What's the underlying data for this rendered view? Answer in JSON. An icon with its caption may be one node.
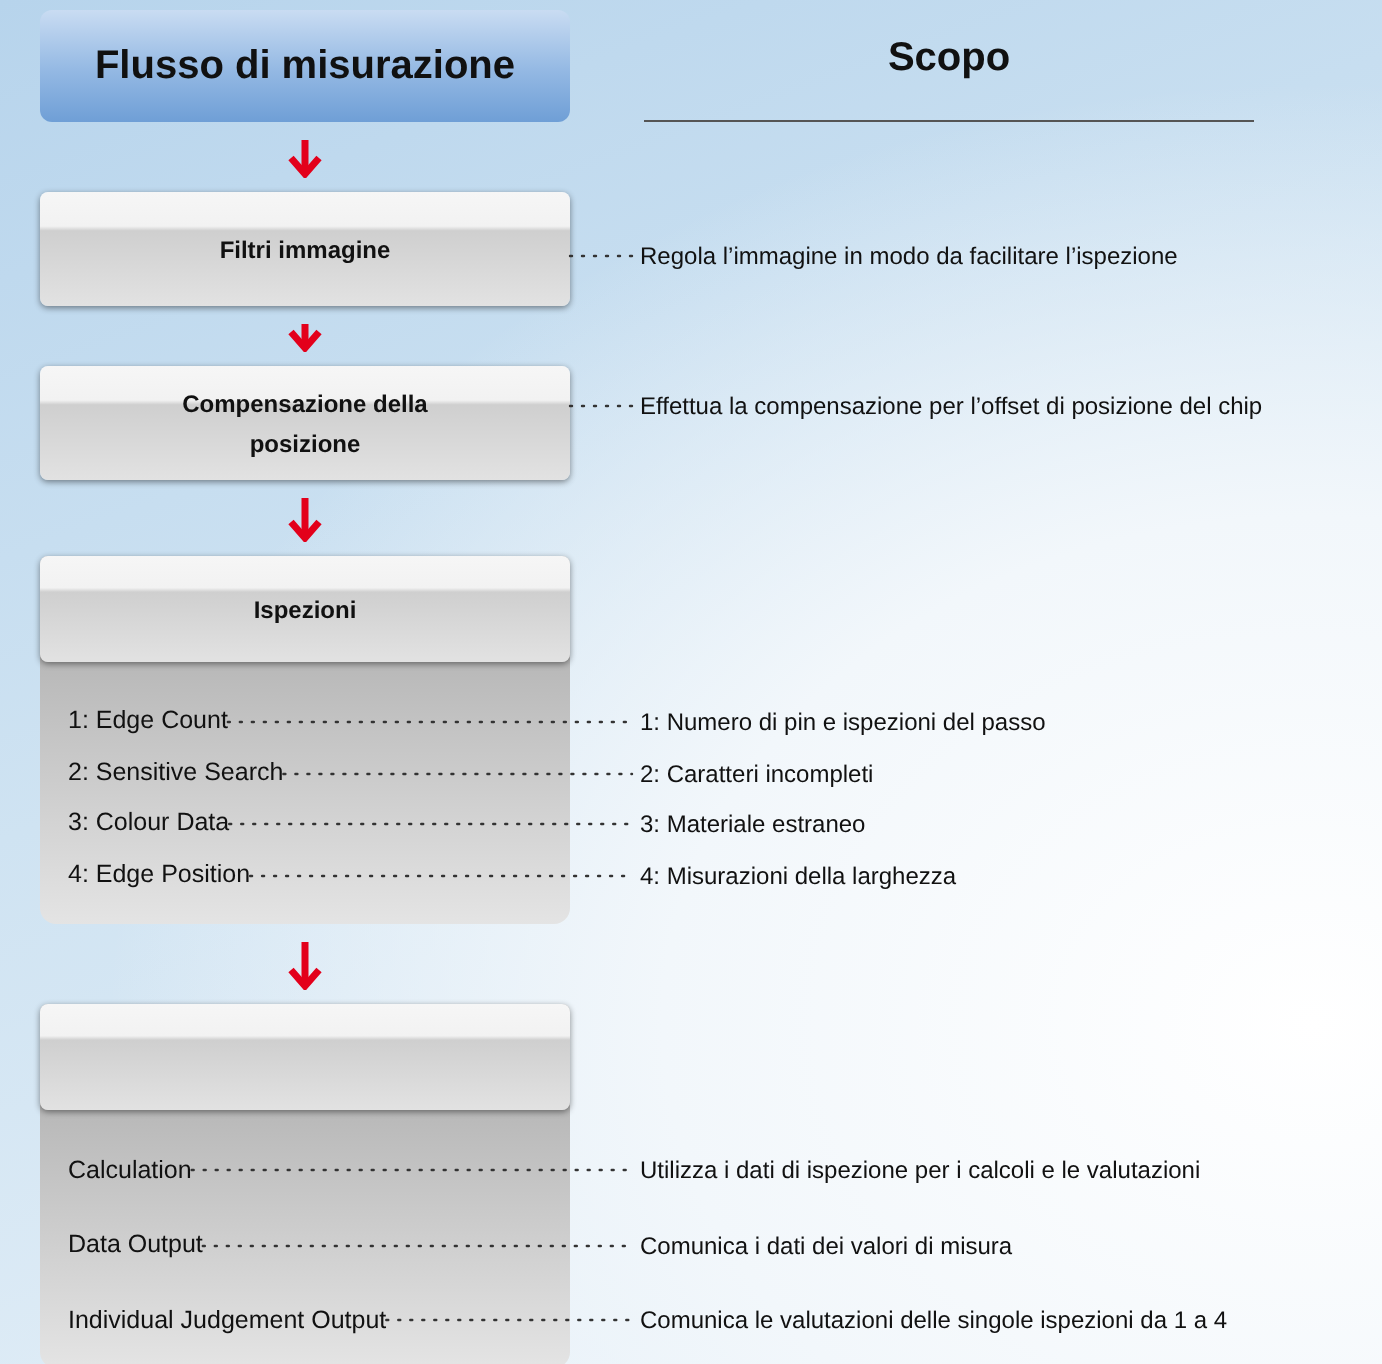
{
  "diagram": {
    "nodes": [
      {
        "text": [
          "Flusso di misurazione"
        ]
      },
      {
        "text": [
          "Filtri immagine"
        ]
      },
      {
        "text": [
          "Regola l’immagine in modo da facilitare l’ispezione"
        ]
      },
      {
        "text": [
          "Compensazione della posizione"
        ]
      },
      {
        "text": [
          "Effettua la compensazione per l’offset di posizione del chip"
        ]
      },
      {
        "text": [],
        "shape": "box"
      },
      {
        "text": [
          "Ispezioni"
        ],
        "in": 5
      },
      {
        "text": [
          "1: Edge Count"
        ],
        "in": 5
      },
      {
        "text": [
          "1: Numero di pin e ispezioni del passo"
        ]
      },
      {
        "text": [
          "2: Sensitive Search"
        ],
        "in": 5
      },
      {
        "text": [
          "2: Caratteri incompleti"
        ]
      },
      {
        "text": [
          "3: Colour Data"
        ],
        "in": 5
      },
      {
        "text": [
          "3: Materiale estraneo"
        ]
      },
      {
        "text": [
          "4: Edge Position"
        ],
        "in": 5
      },
      {
        "text": [
          "4: Misurazioni della larghezza"
        ]
      },
      {
        "text": [],
        "shape": "box"
      },
      {
        "text": [],
        "shape": "box",
        "in": 15
      },
      {
        "text": [
          "Calculation"
        ],
        "in": 15
      },
      {
        "text": [
          "Utilizza i dati di ispezione per i calcoli e le valutazioni"
        ]
      },
      {
        "text": [
          "Data Output"
        ],
        "in": 15
      },
      {
        "text": [
          "Comunica i dati dei valori di misura"
        ]
      },
      {
        "text": [
          "Individual Judgement Output"
        ],
        "in": 15
      },
      {
        "text": [
          "Comunica le valutazioni delle singole ispezioni da 1 a 4"
        ]
      }
    ],
    "edges": [
      {
        "from": 0,
        "to": 1,
        "arrow": "to",
        "style": "thick",
        "color": "#e3001b"
      },
      {
        "from": 1,
        "to": 3,
        "arrow": "to",
        "style": "thick",
        "color": "#e3001b"
      },
      {
        "from": 3,
        "to": 6,
        "arrow": "to",
        "style": "thick",
        "color": "#e3001b"
      },
      {
        "from": 5,
        "to": 16,
        "arrow": "to",
        "style": "thick",
        "color": "#e3001b"
      },
      {
        "from": 1,
        "to": 2,
        "arrow": "none",
        "style": "dashed"
      },
      {
        "from": 3,
        "to": 4,
        "arrow": "none",
        "style": "dashed"
      },
      {
        "from": 7,
        "to": 8,
        "arrow": "none",
        "style": "dashed"
      },
      {
        "from": 9,
        "to": 10,
        "arrow": "none",
        "style": "dashed"
      },
      {
        "from": 11,
        "to": 12,
        "arrow": "none",
        "style": "dashed"
      },
      {
        "from": 13,
        "to": 14,
        "arrow": "none",
        "style": "dashed"
      },
      {
        "from": 17,
        "to": 18,
        "arrow": "none",
        "style": "dashed"
      },
      {
        "from": 19,
        "to": 20,
        "arrow": "none",
        "style": "dashed"
      },
      {
        "from": 21,
        "to": 22,
        "arrow": "none",
        "style": "dashed"
      }
    ],
    "labels": [
      "Scopo"
    ]
  }
}
